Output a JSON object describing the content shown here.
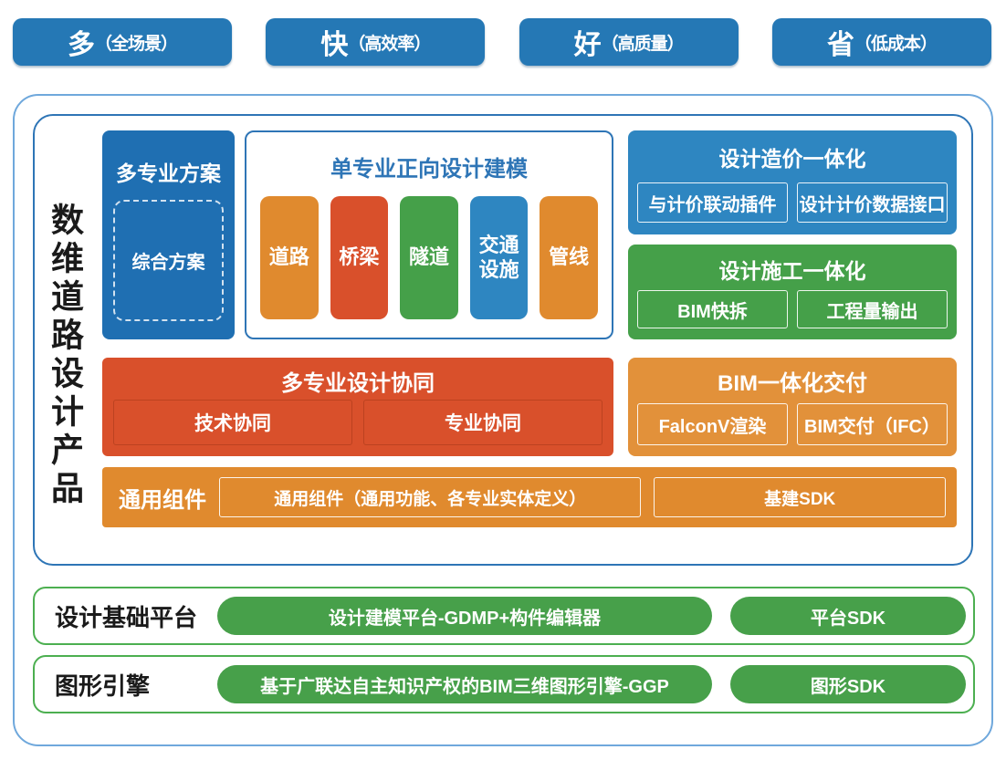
{
  "top_badges": [
    {
      "main": "多",
      "sub": "（全场景）"
    },
    {
      "main": "快",
      "sub": "（高效率）"
    },
    {
      "main": "好",
      "sub": "（高质量）"
    },
    {
      "main": "省",
      "sub": "（低成本）"
    }
  ],
  "product": {
    "side_title": "数维道路设计产品",
    "multi_scheme": {
      "title": "多专业方案",
      "inner_label": "综合方案"
    },
    "single_modeling": {
      "title": "单专业正向设计建模",
      "items": [
        {
          "label": "道路",
          "color": "#E08A2E"
        },
        {
          "label": "桥梁",
          "color": "#D9502B"
        },
        {
          "label": "隧道",
          "color": "#45A049"
        },
        {
          "label": "交通设施",
          "color": "#2E86C1"
        },
        {
          "label": "管线",
          "color": "#E08A2E"
        }
      ]
    },
    "cost_integration": {
      "title": "设计造价一体化",
      "items": [
        "与计价联动插件",
        "设计计价数据接口"
      ]
    },
    "construction_integration": {
      "title": "设计施工一体化",
      "items": [
        "BIM快拆",
        "工程量输出"
      ]
    },
    "design_collaboration": {
      "title": "多专业设计协同",
      "items": [
        "技术协同",
        "专业协同"
      ]
    },
    "bim_delivery": {
      "title": "BIM一体化交付",
      "items": [
        "FalconV渲染",
        "BIM交付（IFC）"
      ]
    },
    "common_components": {
      "label": "通用组件",
      "items": [
        "通用组件（通用功能、各专业实体定义）",
        "基建SDK"
      ]
    }
  },
  "platform_row": {
    "label": "设计基础平台",
    "pills": [
      "设计建模平台-GDMP+构件编辑器",
      "平台SDK"
    ]
  },
  "engine_row": {
    "label": "图形引擎",
    "pills": [
      "基于广联达自主知识产权的BIM三维图形引擎-GGP",
      "图形SDK"
    ]
  },
  "colors": {
    "primary_blue": "#2578B5",
    "box_blue": "#1F6FB2",
    "light_blue": "#2E86C1",
    "blue_border": "#2E75B6",
    "outer_border": "#6FA8DC",
    "orange": "#E08A2E",
    "amber": "#E2913A",
    "vermillion": "#D9502B",
    "green": "#45A049",
    "green_border": "#4CAF50"
  }
}
